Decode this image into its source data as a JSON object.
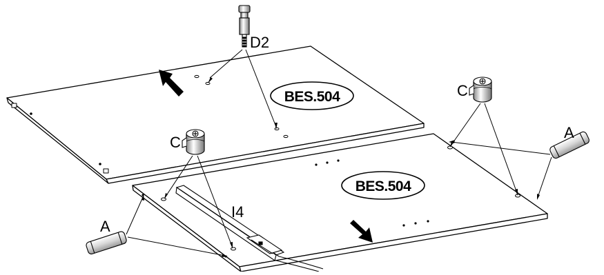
{
  "diagram": {
    "part_labels": {
      "top_panel": "BES.504",
      "bottom_panel": "BES.504"
    },
    "hardware_labels": {
      "dowel_screw": "D2",
      "cam_lock_left": "C",
      "cam_lock_right": "C",
      "dowel_left": "A",
      "dowel_right": "A",
      "rail": "I4"
    },
    "icons": [
      "cam-lock-icon",
      "wooden-dowel-icon",
      "dowel-screw-icon",
      "direction-arrow-icon",
      "drawer-rail-icon"
    ],
    "line_color": "#000000",
    "panel_fill": "#ffffff"
  }
}
